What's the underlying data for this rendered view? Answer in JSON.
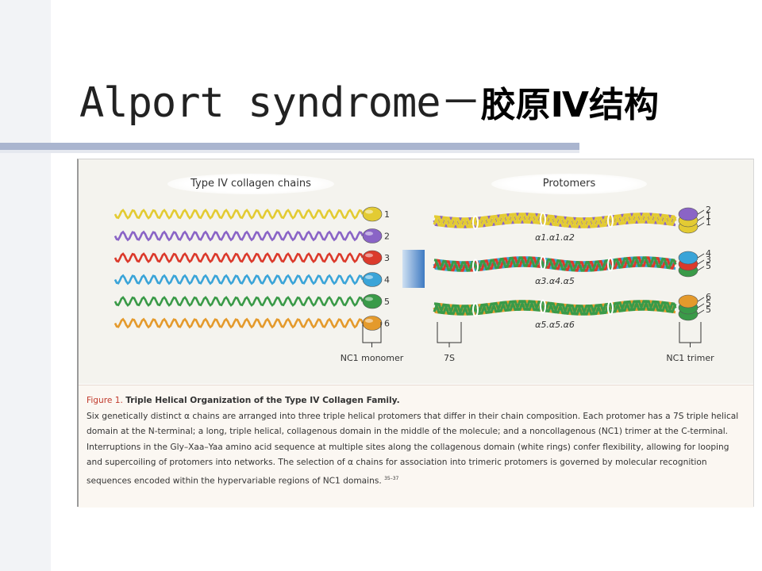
{
  "slide": {
    "title_latin": "Alport syndrome－",
    "title_cjk": "胶原Ⅳ结构"
  },
  "figure": {
    "left_header": "Type IV collagen chains",
    "right_header": "Protomers",
    "chains": [
      {
        "label": "1",
        "color": "#e3cb33"
      },
      {
        "label": "2",
        "color": "#8a64c6"
      },
      {
        "label": "3",
        "color": "#db3a2c"
      },
      {
        "label": "4",
        "color": "#3aa4d8"
      },
      {
        "label": "5",
        "color": "#3a9a48"
      },
      {
        "label": "6",
        "color": "#e49a2c"
      }
    ],
    "protomers": [
      {
        "name": "α1.α1.α2",
        "labels": [
          "2",
          "1",
          "1"
        ],
        "colors": [
          "#8a64c6",
          "#e3cb33",
          "#e3cb33"
        ]
      },
      {
        "name": "α3.α4.α5",
        "labels": [
          "4",
          "3",
          "5"
        ],
        "colors": [
          "#3aa4d8",
          "#db3a2c",
          "#3a9a48"
        ]
      },
      {
        "name": "α5.α5.α6",
        "labels": [
          "6",
          "5",
          "5"
        ],
        "colors": [
          "#e49a2c",
          "#3a9a48",
          "#3a9a48"
        ]
      }
    ],
    "bottom_labels": {
      "nc1_monomer": "NC1 monomer",
      "seven_s": "7S",
      "nc1_trimer": "NC1 trimer"
    },
    "caption": {
      "label": "Figure 1.",
      "heading": "Triple Helical Organization of the Type IV Collagen Family.",
      "body": "Six genetically distinct α chains are arranged into three triple helical protomers that differ in their chain composition. Each protomer has a 7S triple helical domain at the N-terminal; a long, triple helical, collagenous domain in the middle of the molecule; and a noncollagenous (NC1) trimer at the C-terminal. Interruptions in the Gly–Xaa–Yaa amino acid sequence at multiple sites along the collagenous domain (white rings) confer flexibility, allowing for looping and supercoiling of protomers into networks. The selection of α chains for association into trimeric protomers is governed by molecular recognition sequences encoded within the hypervariable regions of NC1 domains.",
      "refs": "35–37"
    }
  }
}
